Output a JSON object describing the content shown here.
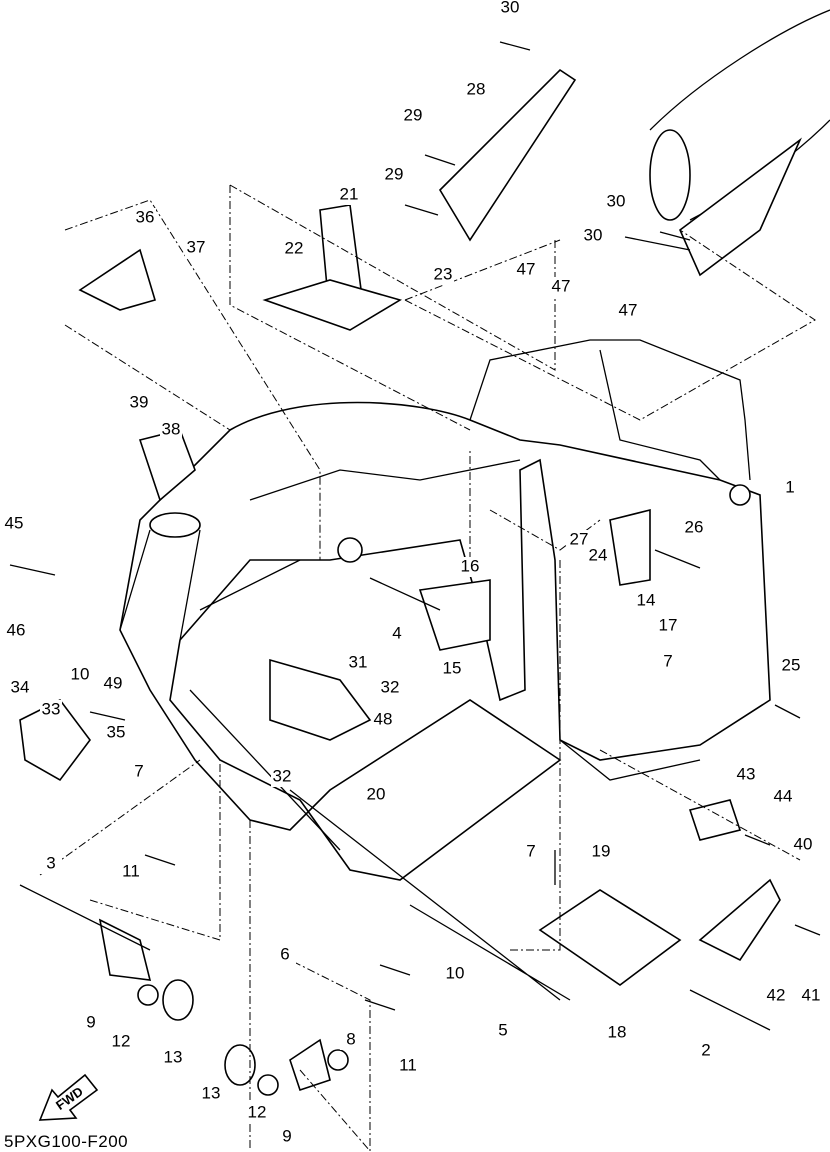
{
  "diagram": {
    "code": "5PXG100-F200",
    "fwd_label": "FWD",
    "callouts": [
      "30",
      "28",
      "29",
      "29",
      "30",
      "30",
      "21",
      "22",
      "23",
      "36",
      "37",
      "47",
      "47",
      "47",
      "39",
      "38",
      "1",
      "27",
      "24",
      "26",
      "45",
      "16",
      "14",
      "4",
      "17",
      "7",
      "15",
      "46",
      "31",
      "25",
      "10",
      "49",
      "32",
      "34",
      "33",
      "48",
      "35",
      "7",
      "32",
      "43",
      "44",
      "20",
      "40",
      "7",
      "19",
      "3",
      "11",
      "6",
      "10",
      "5",
      "18",
      "42",
      "41",
      "2",
      "9",
      "12",
      "13",
      "11",
      "8",
      "13",
      "12",
      "9"
    ]
  }
}
